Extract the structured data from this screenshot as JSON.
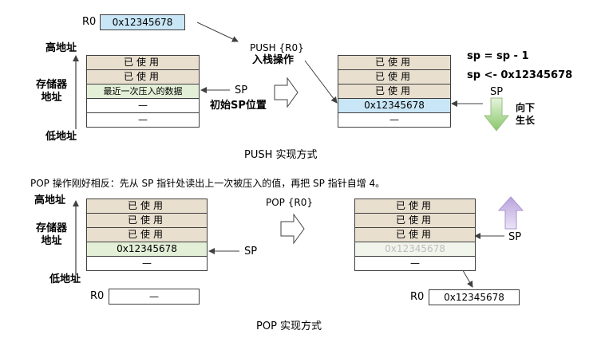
{
  "push": {
    "r0_label": "R0",
    "r0_value": "0x12345678",
    "instruction": "PUSH  {R0}",
    "instruction_caption": "入栈操作",
    "high_address": "高地址",
    "memory_address": "存储器\n地址",
    "low_address": "低地址",
    "used_cell": "已使用",
    "recent_data_cell": "最近一次压入的数据",
    "empty_cell": "—",
    "pushed_value": "0x12345678",
    "sp_label": "SP",
    "initial_sp_caption": "初始SP位置",
    "formula_1": "sp = sp - 1",
    "formula_2": "sp <- 0x12345678",
    "grow_down_caption": "向下\n生长",
    "caption": "PUSH 实现方式"
  },
  "description": "POP 操作刚好相反：先从 SP 指针处读出上一次被压入的值，再把 SP 指针自增 4。",
  "pop": {
    "high_address": "高地址",
    "memory_address": "存储器\n地址",
    "low_address": "低地址",
    "used_cell": "已使用",
    "value_cell": "0x12345678",
    "empty_cell": "—",
    "sp_label": "SP",
    "instruction": "POP  {R0}",
    "r0_label": "R0",
    "r0_before": "—",
    "r0_after": "0x12345678",
    "caption": "POP 实现方式"
  },
  "colors": {
    "used": "#e9dfcf",
    "highlight_green": "#e3efd7",
    "highlight_blue": "#c9e6f6",
    "arrow_down": "#9dd07d",
    "arrow_up": "#c9b7e6",
    "line": "#404040"
  }
}
